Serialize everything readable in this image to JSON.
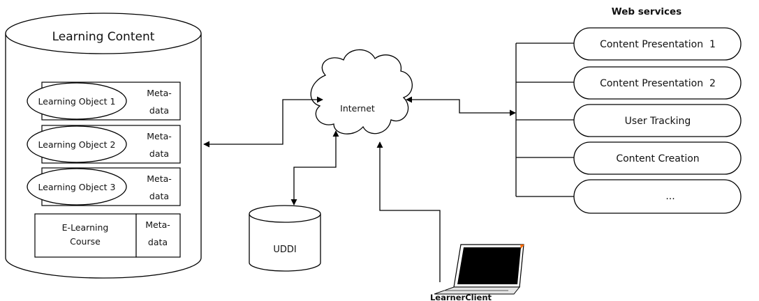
{
  "repository": {
    "title": "Learning Content",
    "items": [
      {
        "name": "Learning Object 1",
        "meta_line1": "Meta-",
        "meta_line2": "data"
      },
      {
        "name": "Learning Object 2",
        "meta_line1": "Meta-",
        "meta_line2": "data"
      },
      {
        "name": "Learning Object 3",
        "meta_line1": "Meta-",
        "meta_line2": "data"
      },
      {
        "name_line1": "E-Learning",
        "name_line2": "Course",
        "meta_line1": "Meta-",
        "meta_line2": "data"
      }
    ]
  },
  "internet": {
    "label": "Internet"
  },
  "uddi": {
    "label": "UDDI"
  },
  "learner": {
    "label": "LearnerClient"
  },
  "web_services": {
    "title": "Web services",
    "items": [
      "Content Presentation  1",
      "Content Presentation  2",
      "User Tracking",
      "Content Creation",
      "..."
    ]
  },
  "colors": {
    "line": "#000000",
    "laptop_screen": "#ff6a00",
    "background": "#ffffff"
  }
}
